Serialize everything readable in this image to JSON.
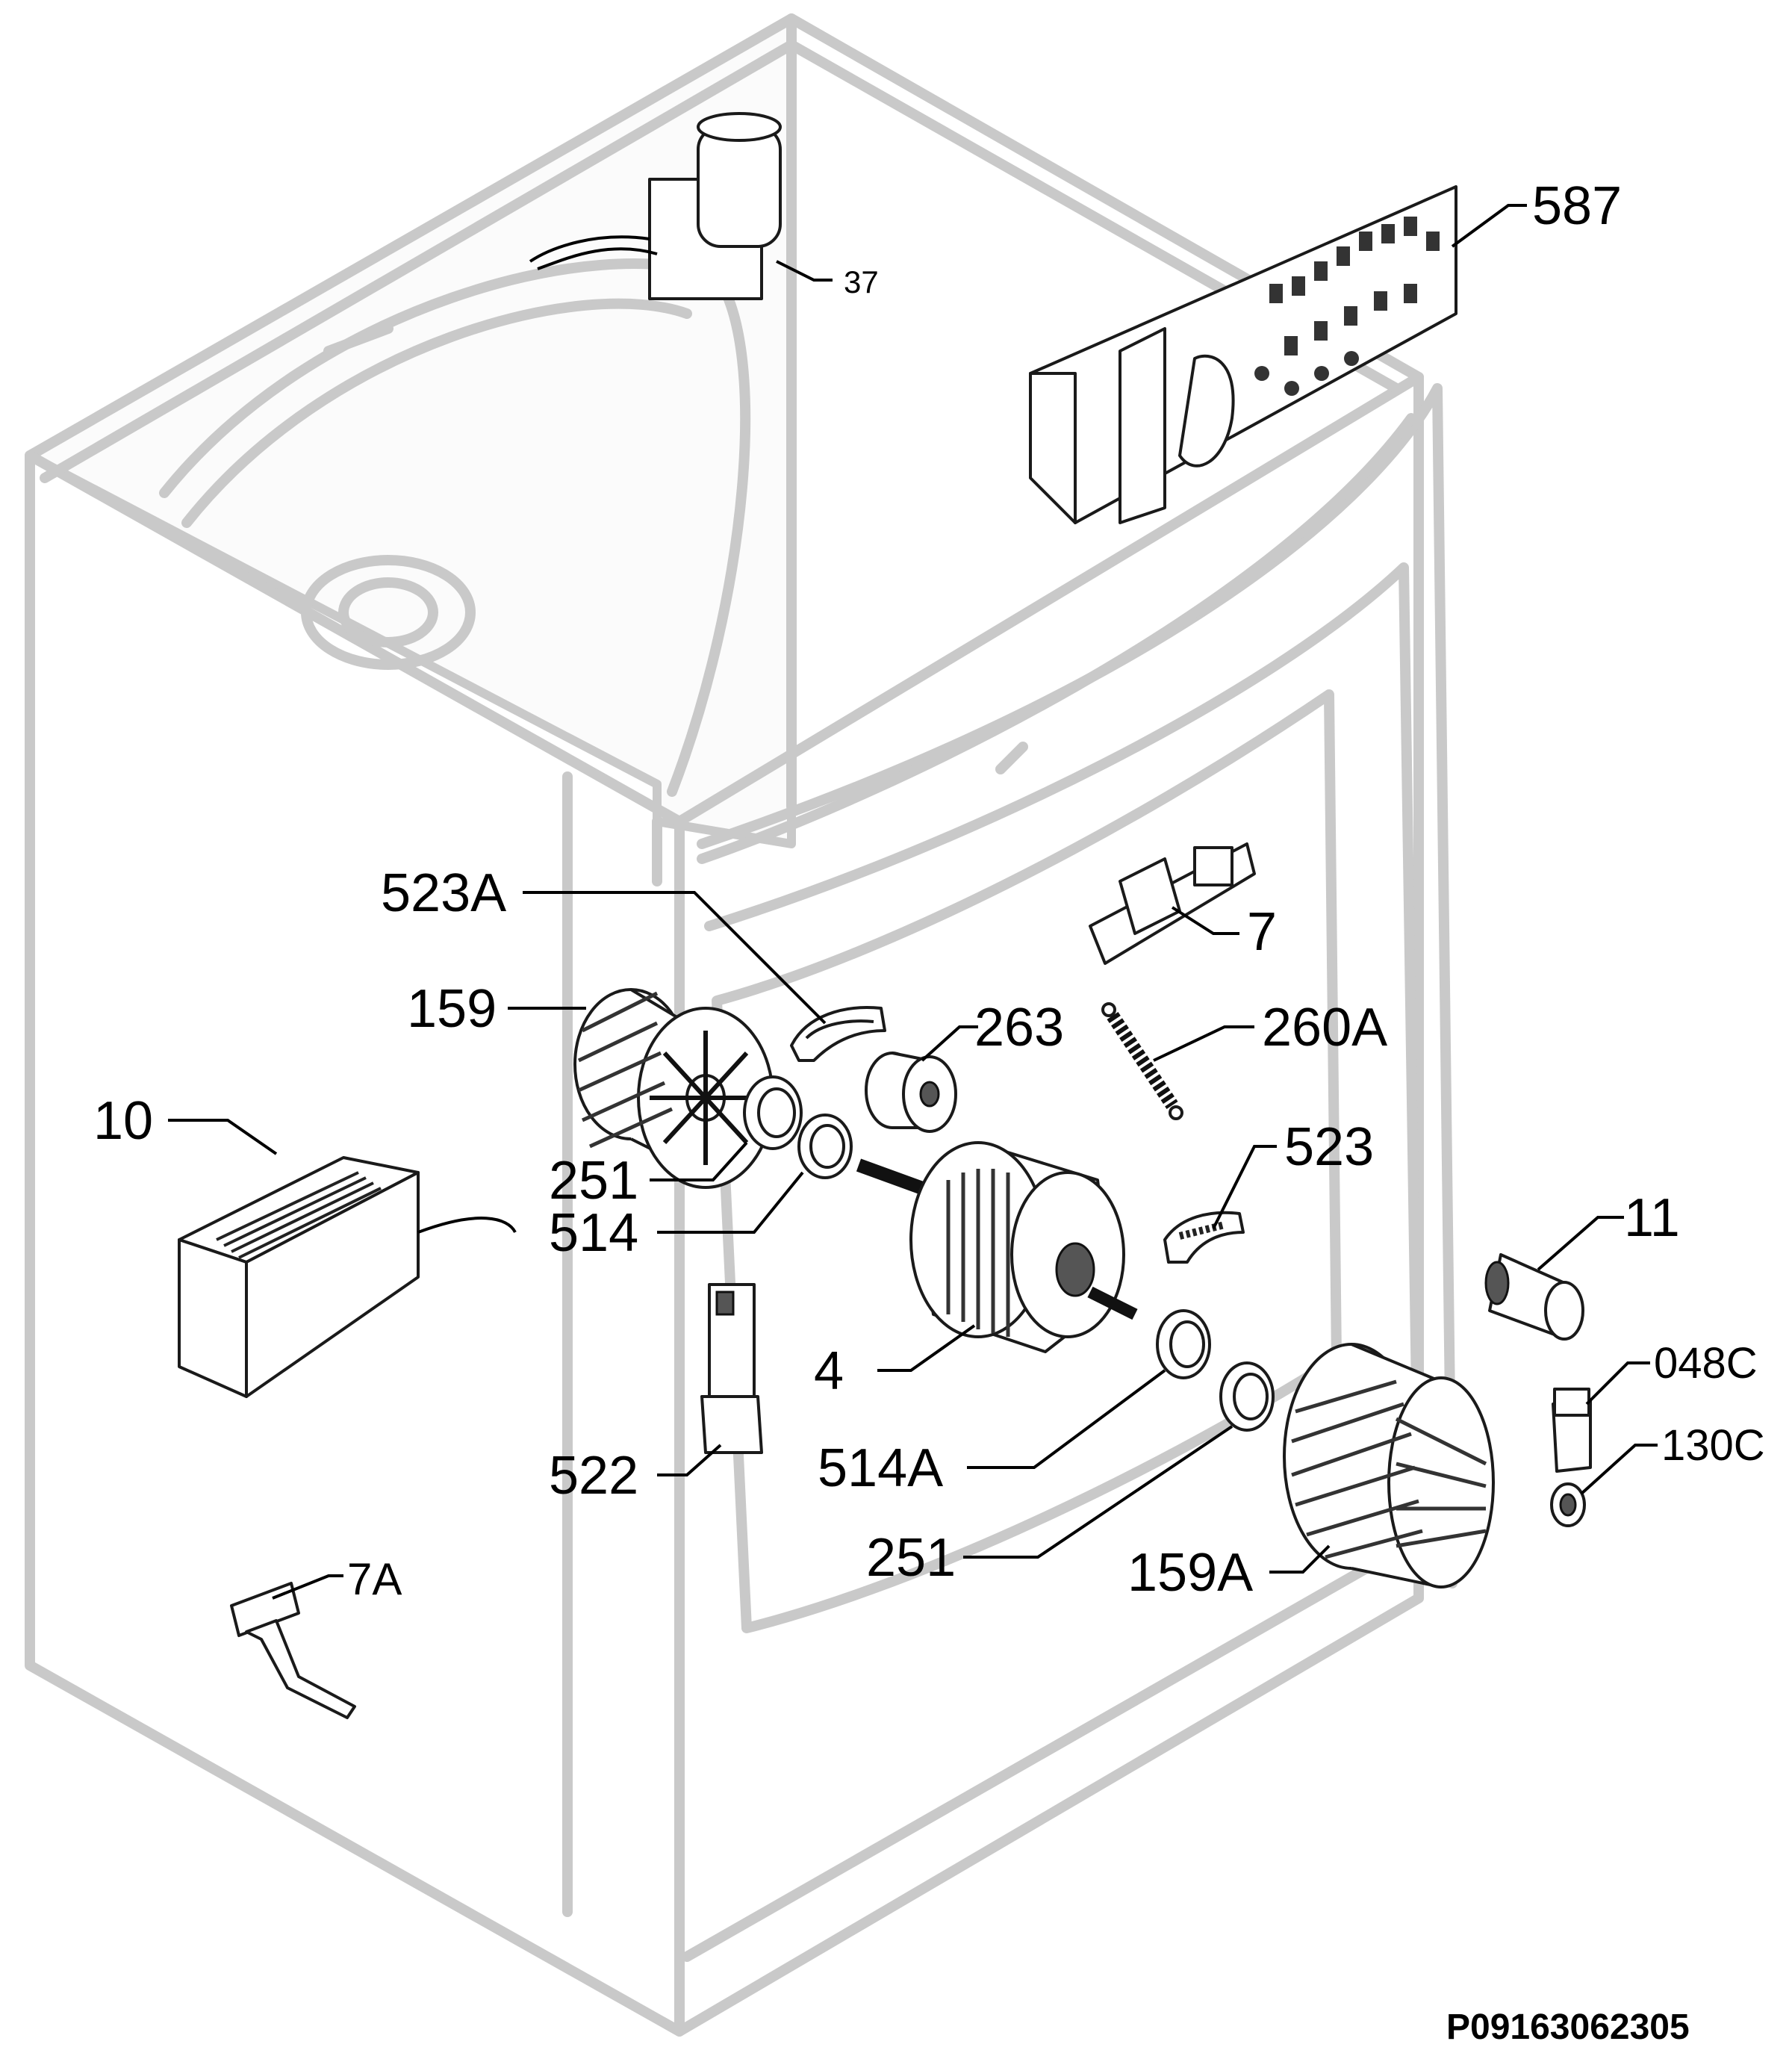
{
  "diagram": {
    "callouts": {
      "c587": "587",
      "c37": "37",
      "c523A": "523A",
      "c7": "7",
      "c159": "159",
      "c263": "263",
      "c260A": "260A",
      "c10": "10",
      "c523": "523",
      "c251a": "251",
      "c514": "514",
      "c11": "11",
      "c4": "4",
      "c048C": "048C",
      "c522": "522",
      "c514A": "514A",
      "c130C": "130C",
      "c251b": "251",
      "c159A": "159A",
      "c7A": "7A"
    },
    "doc_id": "P09163062305"
  }
}
